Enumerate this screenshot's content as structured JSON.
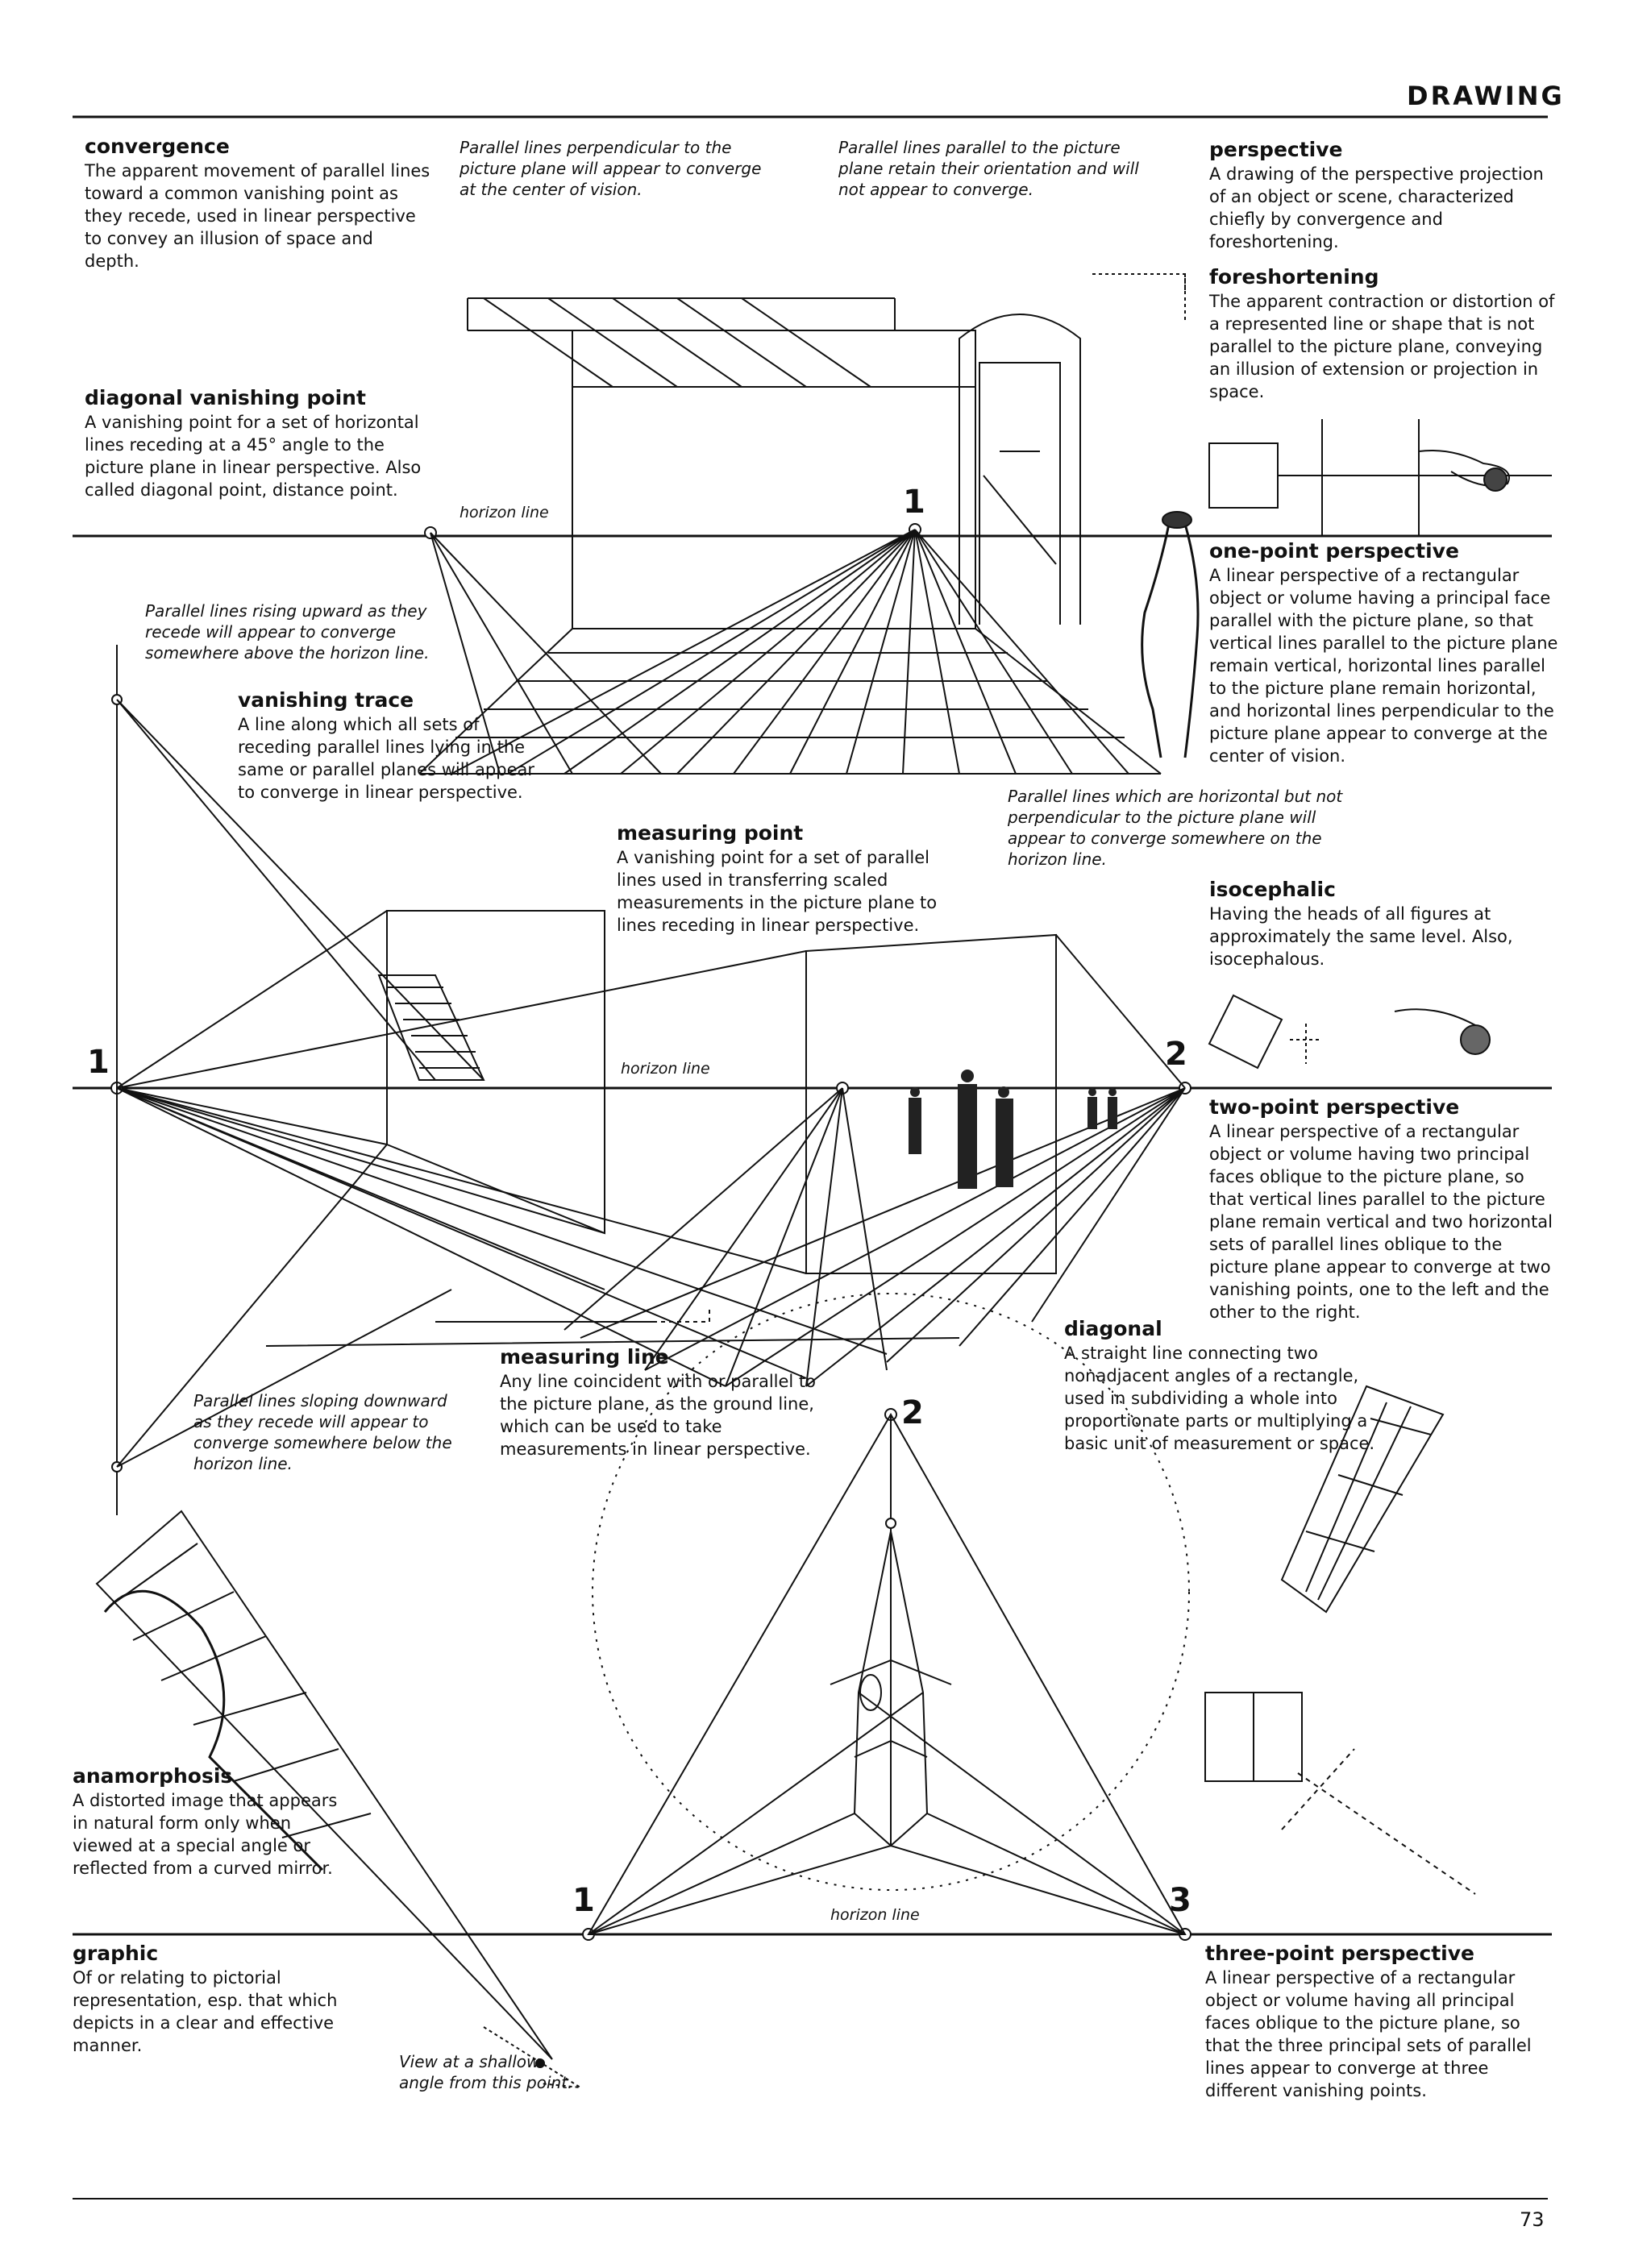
{
  "header": {
    "section": "DRAWING",
    "page_number": "73"
  },
  "terms": [
    {
      "key": "convergence",
      "title": "convergence",
      "text": "The apparent movement of parallel lines toward a common vanishing point as they recede, used in linear perspective to convey an illusion of space and depth."
    },
    {
      "key": "perspective",
      "title": "perspective",
      "text": "A drawing of the perspective projection of an object or scene, characterized chiefly by convergence and foreshortening."
    },
    {
      "key": "foreshortening",
      "title": "foreshortening",
      "text": "The apparent contraction or distortion of a represented line or shape that is not parallel to the picture plane, conveying an illusion of extension or projection in space."
    },
    {
      "key": "diagonal_vanishing_point",
      "title": "diagonal vanishing point",
      "text": "A vanishing point for a set of horizontal lines receding at a 45° angle to the picture plane in linear perspective. Also called diagonal point, distance point."
    },
    {
      "key": "one_point_perspective",
      "title": "one-point perspective",
      "text": "A linear perspective of a rectangular object or volume having a principal face parallel with the picture plane, so that vertical lines parallel to the picture plane remain vertical, horizontal lines parallel to the picture plane remain horizontal, and horizontal lines perpendicular to the picture plane appear to converge at the center of vision."
    },
    {
      "key": "vanishing_trace",
      "title": "vanishing trace",
      "text": "A line along which all sets of receding parallel lines lying in the same or parallel planes will appear to converge in linear perspective."
    },
    {
      "key": "measuring_point",
      "title": "measuring point",
      "text": "A vanishing point for a set of parallel lines used in transferring scaled measurements in the picture plane to lines receding in linear perspective."
    },
    {
      "key": "isocephalic",
      "title": "isocephalic",
      "text": "Having the heads of all figures at approximately the same level. Also, isocephalous."
    },
    {
      "key": "two_point_perspective",
      "title": "two-point perspective",
      "text": "A linear perspective of a rectangular object or volume having two principal faces oblique to the picture plane, so that vertical lines parallel to the picture plane remain vertical and two horizontal sets of parallel lines oblique to the picture plane appear to converge at two vanishing points, one to the left and the other to the right."
    },
    {
      "key": "measuring_line",
      "title": "measuring line",
      "text": "Any line coincident with or parallel to the picture plane, as the ground line, which can be used to take measurements in linear perspective."
    },
    {
      "key": "diagonal",
      "title": "diagonal",
      "text": "A straight line connecting two nonadjacent angles of a rectangle, used in subdividing a whole into proportionate parts or multiplying a basic unit of measurement or space."
    },
    {
      "key": "anamorphosis",
      "title": "anamorphosis",
      "text": "A distorted image that appears in natural form only when viewed at a special angle or reflected from a curved mirror."
    },
    {
      "key": "graphic",
      "title": "graphic",
      "text": "Of or relating to pictorial representation, esp. that which depicts in a clear and effective manner."
    },
    {
      "key": "three_point_perspective",
      "title": "three-point perspective",
      "text": "A linear perspective of a rectangular object or volume having all principal faces oblique to the picture plane, so that the three principal sets of parallel lines appear to converge at three different vanishing points."
    }
  ],
  "notes": {
    "perpendicular": "Parallel lines perpendicular to the picture plane will appear to converge at the center of vision.",
    "parallel": "Parallel lines parallel to the picture plane retain their orientation and will not appear to converge.",
    "rising": "Parallel lines rising upward as they recede will appear to converge somewhere above the horizon line.",
    "horizontal": "Parallel lines which are horizontal but not perpendicular to the picture plane will appear to converge somewhere on the horizon line.",
    "sloping": "Parallel lines sloping downward as they recede will appear to converge somewhere below the horizon line.",
    "view": "View at a shallow angle from this point."
  },
  "labels": {
    "horizon_line": "horizon line"
  },
  "point_numbers": {
    "one": "1",
    "two": "2",
    "three": "3"
  }
}
